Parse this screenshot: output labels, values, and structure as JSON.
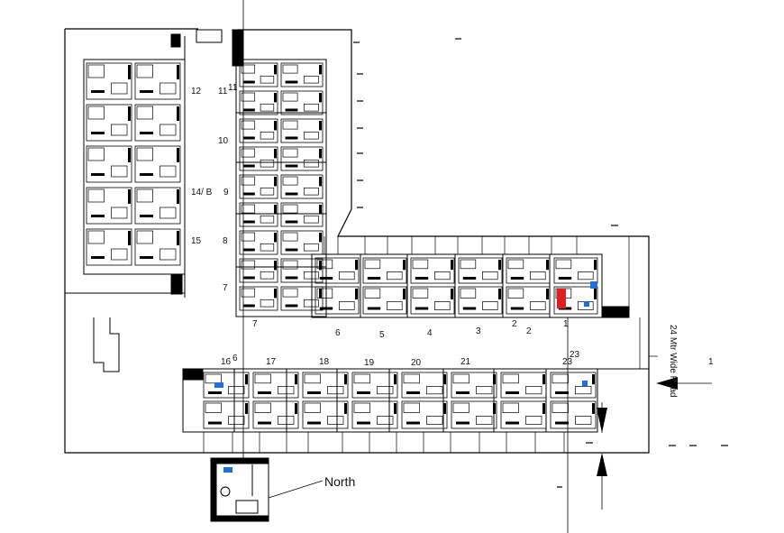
{
  "plan": {
    "room_numbers": {
      "r1": "1",
      "r2": "2",
      "r2b": "2",
      "r3": "3",
      "r4": "4",
      "r5": "5",
      "r6": "6",
      "r7": "7",
      "r7b": "7",
      "r8": "8",
      "r9": "9",
      "r10": "10",
      "r11": "11",
      "r11b": "11",
      "r12": "12",
      "r14": "14/ B",
      "r15": "15",
      "r16": "16",
      "r16b": "6",
      "r17": "17",
      "r18": "18",
      "r19": "19",
      "r20": "20",
      "r21": "21",
      "r23": "23",
      "r23b": "23"
    },
    "north_label": "North",
    "road_label": "24 Mtr Wide Road",
    "road_number": "1",
    "colors": {
      "line": "#000000",
      "accent_red": "#e02020",
      "accent_blue": "#1e6fd9"
    }
  }
}
